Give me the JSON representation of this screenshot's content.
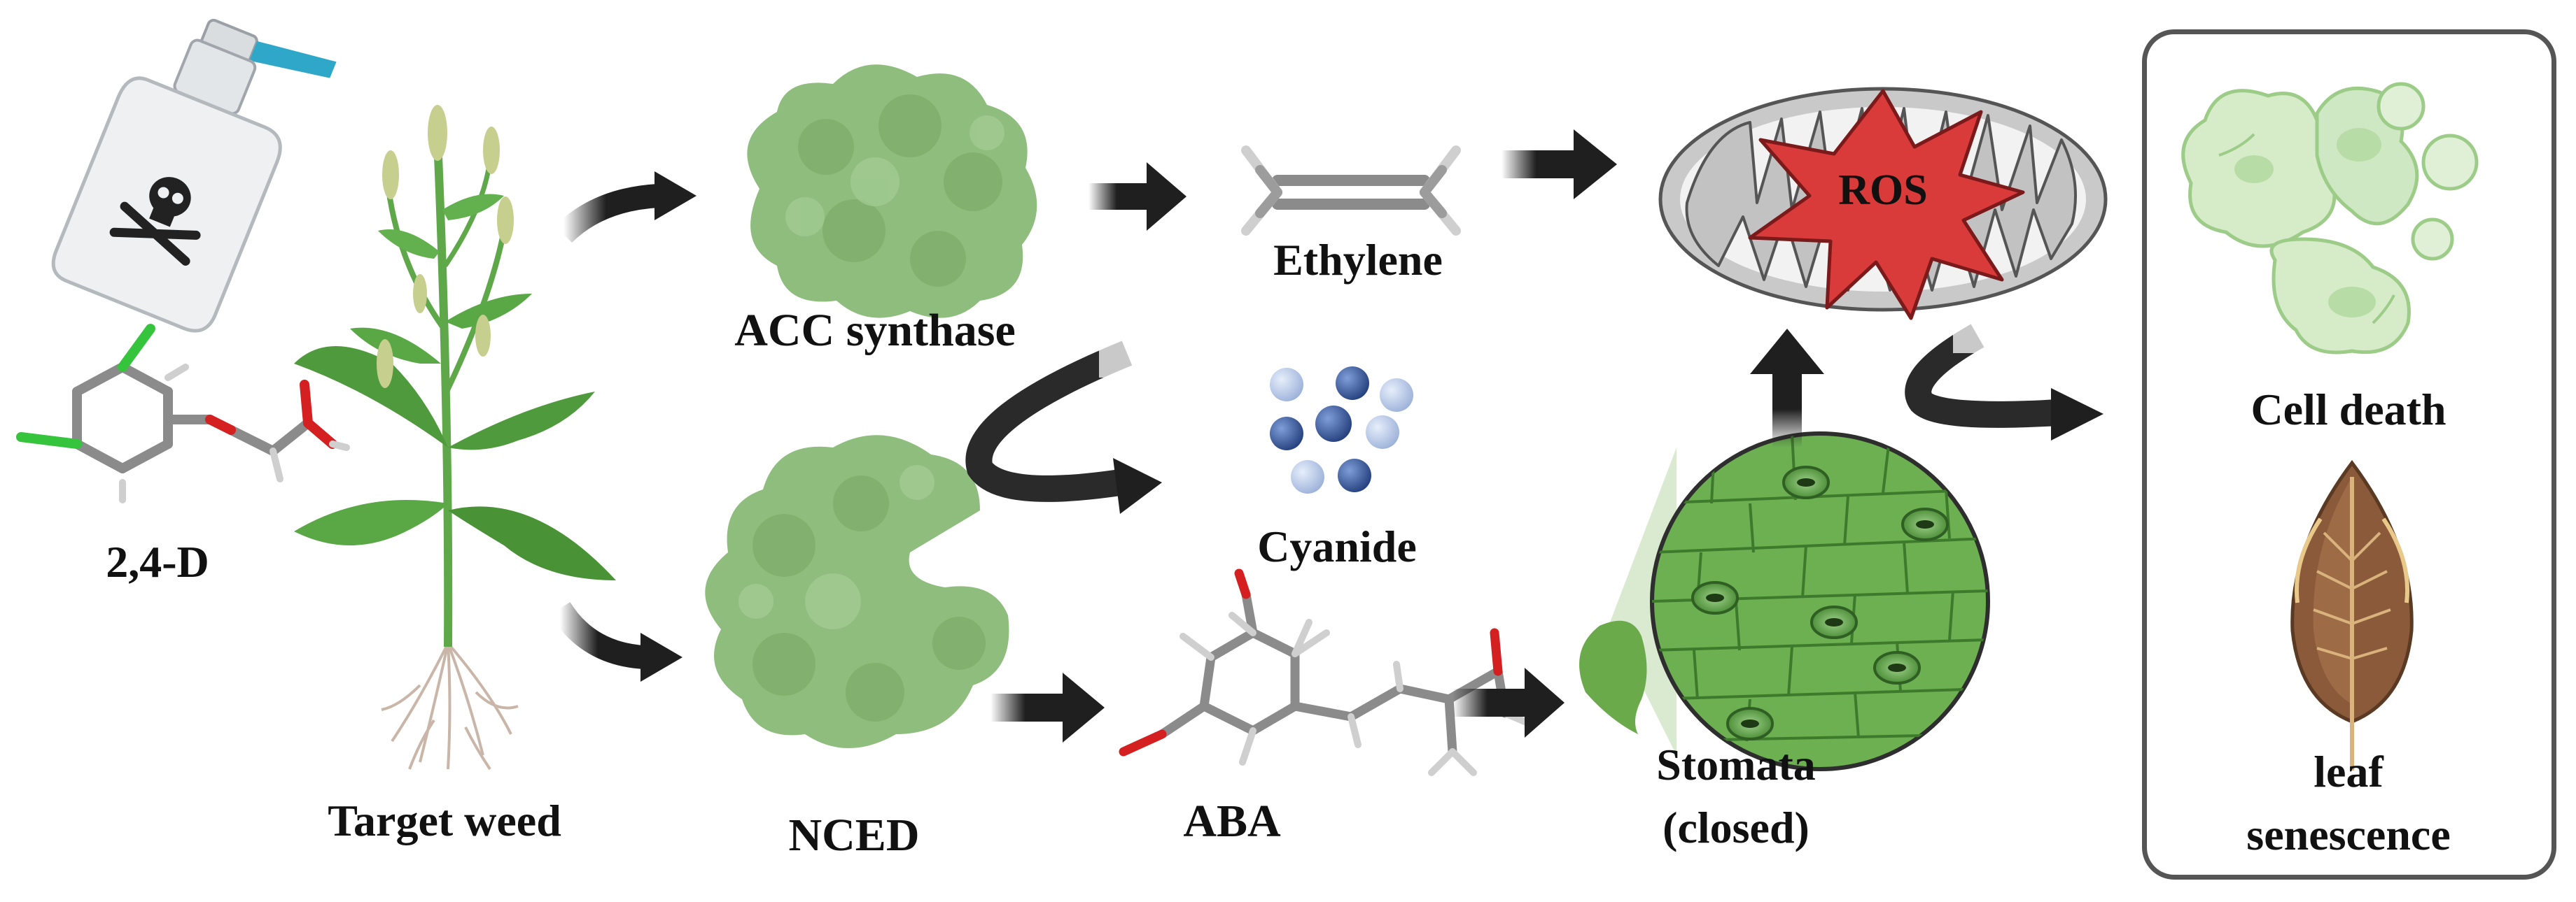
{
  "labels": {
    "herbicide": "2,4-D",
    "target_weed": "Target weed",
    "acc_synthase": "ACC synthase",
    "nced": "NCED",
    "ethylene": "Ethylene",
    "cyanide": "Cyanide",
    "aba": "ABA",
    "ros": "ROS",
    "stomata_line1": "Stomata",
    "stomata_line2": "(closed)",
    "cell_death": "Cell death",
    "leaf_line1": "leaf",
    "leaf_line2": "senescence"
  },
  "colors": {
    "arrow": "#1f1f1f",
    "enzyme": "#8fbd7e",
    "plant": "#4f9a3c",
    "ros_star": "#d93a3a",
    "mito": "#c9c9c9",
    "stomata_cell": "#7cb862",
    "cyanide_dark": "#3c5a98",
    "cyanide_light": "#a9bce0",
    "cell": "#cfe8c4",
    "leaf_brown": "#8a5a3a",
    "box_border": "#555555"
  },
  "icons": [
    "spray-bottle-icon",
    "skull-icon",
    "molecule-24d-icon",
    "weed-plant-icon",
    "enzyme-acc-icon",
    "enzyme-nced-icon",
    "ethylene-molecule-icon",
    "cyanide-particles-icon",
    "aba-molecule-icon",
    "mitochondrion-icon",
    "ros-star-icon",
    "stomata-leaf-icon",
    "dead-cells-icon",
    "senescent-leaf-icon"
  ]
}
